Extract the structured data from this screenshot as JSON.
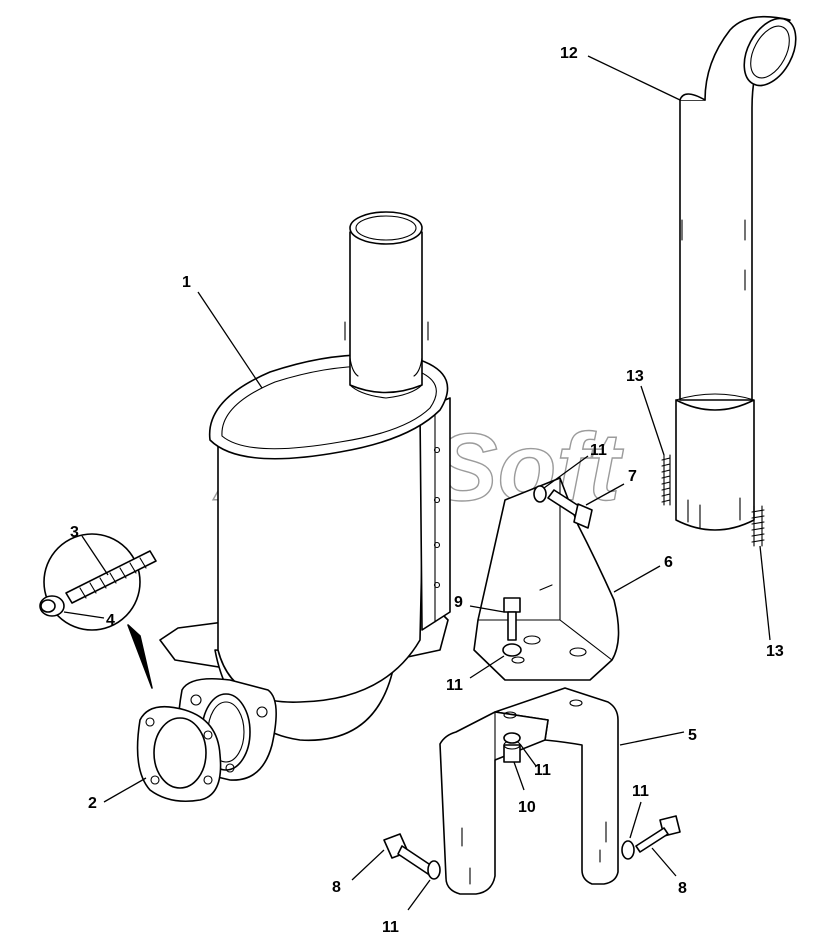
{
  "watermark": "AutoSoft",
  "callouts": {
    "c1": "1",
    "c2": "2",
    "c3": "3",
    "c4": "4",
    "c5": "5",
    "c6": "6",
    "c7": "7",
    "c8a": "8",
    "c8b": "8",
    "c9": "9",
    "c10": "10",
    "c11a": "11",
    "c11b": "11",
    "c11c": "11",
    "c11d": "11",
    "c11e": "11",
    "c12": "12",
    "c13a": "13",
    "c13b": "13"
  }
}
